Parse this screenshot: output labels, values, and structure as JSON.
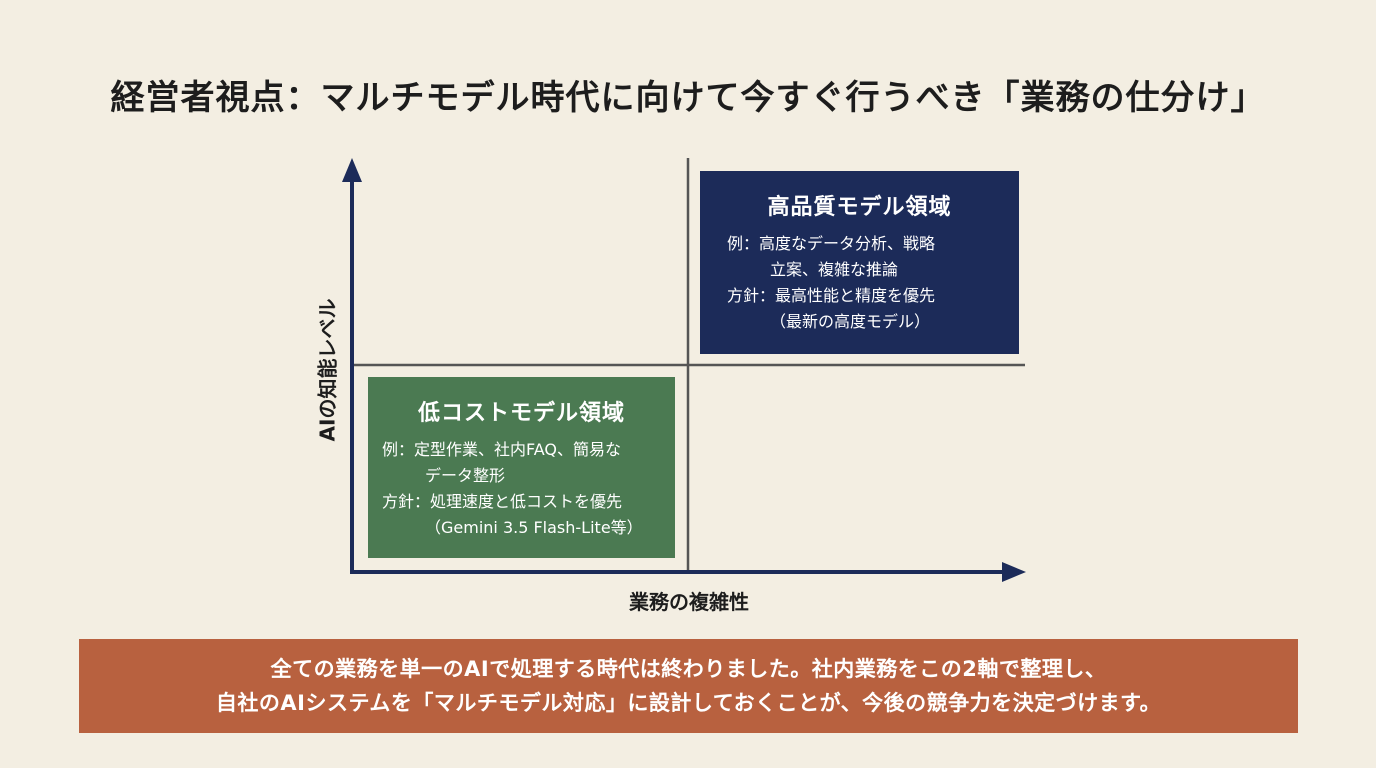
{
  "title": "経営者視点：マルチモデル時代に向けて今すぐ行うべき「業務の仕分け」",
  "axes": {
    "y_label": "AIの知能レベル",
    "x_label": "業務の複雑性"
  },
  "quadrants": {
    "high": {
      "title": "高品質モデル領域",
      "example_label": "例：",
      "example_line1": "高度なデータ分析、戦略",
      "example_line2": "立案、複雑な推論",
      "policy_label": "方針：",
      "policy_line1": "最高性能と精度を優先",
      "policy_line2": "（最新の高度モデル）",
      "color": "#1c2b59"
    },
    "low": {
      "title": "低コストモデル領域",
      "example_label": "例：",
      "example_line1": "定型作業、社内FAQ、簡易な",
      "example_line2": "データ整形",
      "policy_label": "方針：",
      "policy_line1": "処理速度と低コストを優先",
      "policy_line2": "（Gemini 3.5 Flash-Lite等）",
      "color": "#4b7a52"
    }
  },
  "banner": {
    "line1": "全ての業務を単一のAIで処理する時代は終わりました。社内業務をこの2軸で整理し、",
    "line2": "自社のAIシステムを「マルチモデル対応」に設計しておくことが、今後の競争力を決定づけます。",
    "color": "#b8613f"
  },
  "colors": {
    "background": "#f3eee2",
    "axis": "#1c2b59",
    "divider": "#555555"
  }
}
